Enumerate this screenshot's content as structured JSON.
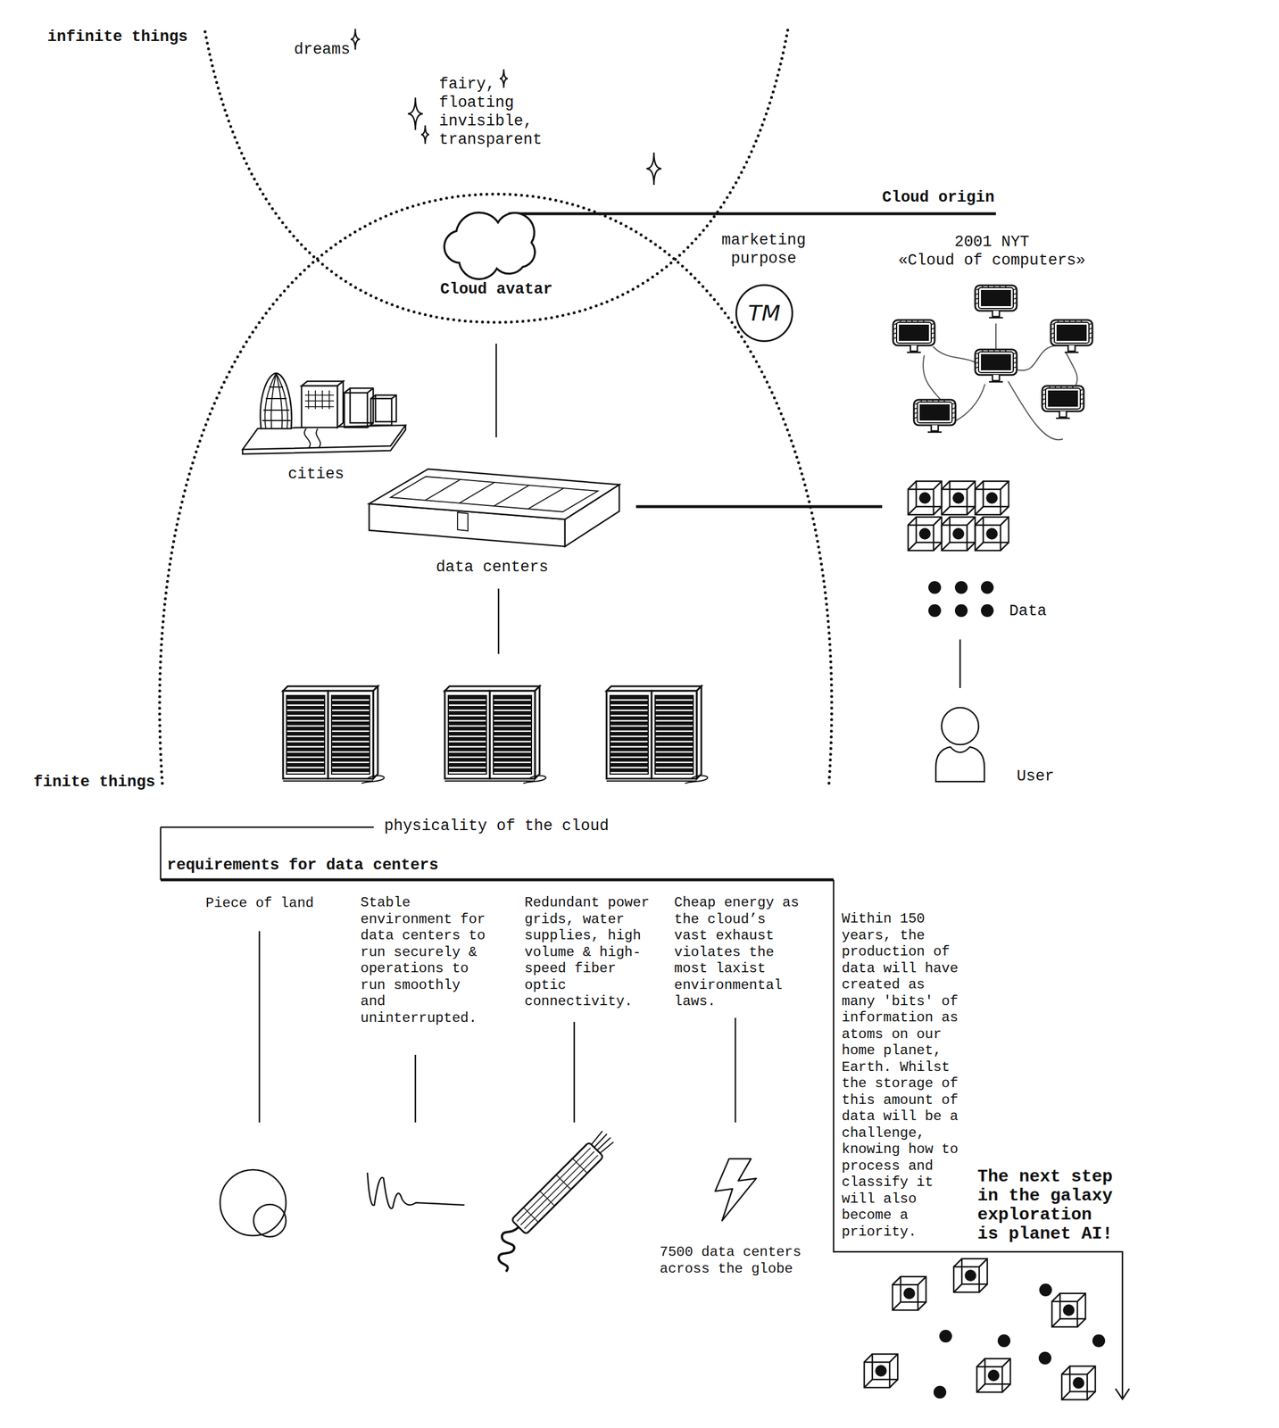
{
  "diagram": {
    "nodes": [
      {
        "text": [
          "TM"
        ]
      }
    ],
    "labels": [
      "infinite things",
      "dreams",
      "fairy, floating invisible, transparent",
      "Cloud origin",
      "marketing purpose",
      "2001 NYT",
      "«Cloud of computers»",
      "Cloud avatar",
      "cities",
      "data centers",
      "Data",
      "User",
      "finite things",
      "physicality of the cloud",
      "requirements for data centers",
      "Piece of land",
      "Stable environment for data centers to run securely & operations to run smoothly and uninterrupted.",
      "Redundant power grids, water supplies, high volume & high-speed fiber optic connectivity.",
      "Cheap energy as the cloud’s vast exhaust violates the most laxist environmental laws.",
      "Within 150 years, the production of data will have created as many 'bits' of information as atoms on our home planet, Earth. Whilst the storage of this amount of data will be a challenge, knowing how to process and classify it will also become a priority.",
      "The next step in the galaxy exploration is planet AI!",
      "7500 data centers across the globe"
    ]
  }
}
